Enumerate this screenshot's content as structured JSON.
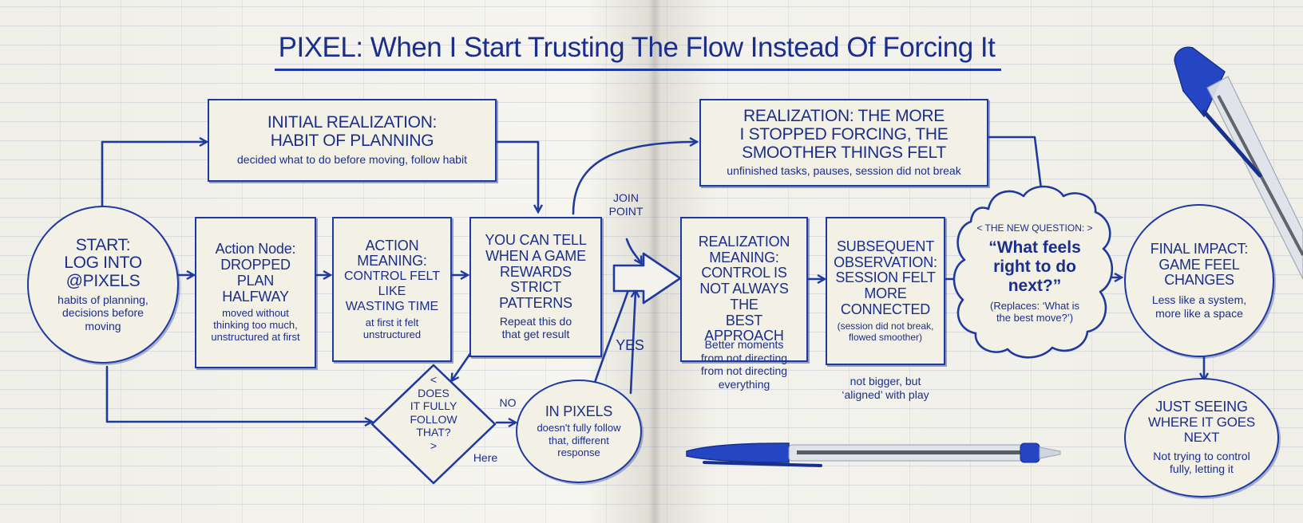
{
  "title": "PIXEL: When I Start Trusting The Flow Instead Of Forcing It",
  "nodes": {
    "initial": {
      "line1": "INITIAL REALIZATION:",
      "line2": "HABIT OF PLANNING",
      "sub": "decided what to do before moving, follow habit"
    },
    "start": {
      "line1": "START:",
      "line2": "LOG INTO",
      "line3": "@PIXELS",
      "sub1": "habits of planning,",
      "sub2": "decisions before",
      "sub3": "moving"
    },
    "action_node": {
      "line1": "Action Node:",
      "line2": "DROPPED",
      "line3": "PLAN",
      "line4": "HALFWAY",
      "sub1": "moved without",
      "sub2": "thinking too much,",
      "sub3": "unstructured at first"
    },
    "action_meaning": {
      "line1": "ACTION",
      "line2": "MEANING:",
      "line3": "CONTROL FELT",
      "line4": "LIKE",
      "line5": "WASTING TIME",
      "sub1": "at first it felt",
      "sub2": "unstructured"
    },
    "you_can_tell": {
      "line1": "YOU CAN TELL",
      "line2": "WHEN A GAME",
      "line3": "REWARDS",
      "line4": "STRICT PATTERNS",
      "sub1": "Repeat this  do",
      "sub2": "that  get result"
    },
    "decision": {
      "line0": "<",
      "line1": "DOES",
      "line2": "IT FULLY",
      "line3": "FOLLOW",
      "line4": "THAT?",
      "line5": ">"
    },
    "in_pixels": {
      "line1": "IN PIXELS",
      "sub1": "doesn't fully follow",
      "sub2": "that, different",
      "sub3": "response"
    },
    "realization_top": {
      "line1": "REALIZATION: THE MORE",
      "line2": "I STOPPED FORCING, THE",
      "line3": "SMOOTHER THINGS FELT",
      "sub": "unfinished tasks, pauses, session did not break"
    },
    "realization_meaning": {
      "line1": "REALIZATION",
      "line2": "MEANING:",
      "line3": "CONTROL IS",
      "line4": "NOT ALWAYS THE",
      "line5": "BEST APPROACH",
      "sub1": "Better moments",
      "sub2": "from not directing",
      "sub3": "from not directing",
      "sub4": "everything"
    },
    "subsequent": {
      "line1": "SUBSEQUENT",
      "line2": "OBSERVATION:",
      "line3": "SESSION FELT",
      "line4": "MORE",
      "line5": "CONNECTED",
      "sub1": "(session did not break,",
      "sub2": "flowed smoother)",
      "below1": "not bigger, but",
      "below2": "‘aligned’ with play"
    },
    "new_question": {
      "header": "< THE NEW QUESTION: >",
      "q1": "“What feels",
      "q2": "right to do",
      "q3": "next?”",
      "sub1": "(Replaces: ‘What is",
      "sub2": "the best move?’)"
    },
    "final_impact": {
      "line1": "FINAL IMPACT:",
      "line2": "GAME FEEL",
      "line3": "CHANGES",
      "sub1": "Less like a system,",
      "sub2": "more like a space"
    },
    "just_seeing": {
      "line1": "JUST SEEING",
      "line2": "WHERE IT GOES NEXT",
      "sub1": "Not trying to control",
      "sub2": "fully, letting it"
    }
  },
  "labels": {
    "join1": "JOIN",
    "join2": "POINT",
    "yes": "YES",
    "no": "NO",
    "here": "Here"
  },
  "colors": {
    "ink": "#1f3a9e",
    "paper": "#f3f2ec",
    "box_fill": "#f3f1e6",
    "pen_blue": "#2446c4"
  }
}
